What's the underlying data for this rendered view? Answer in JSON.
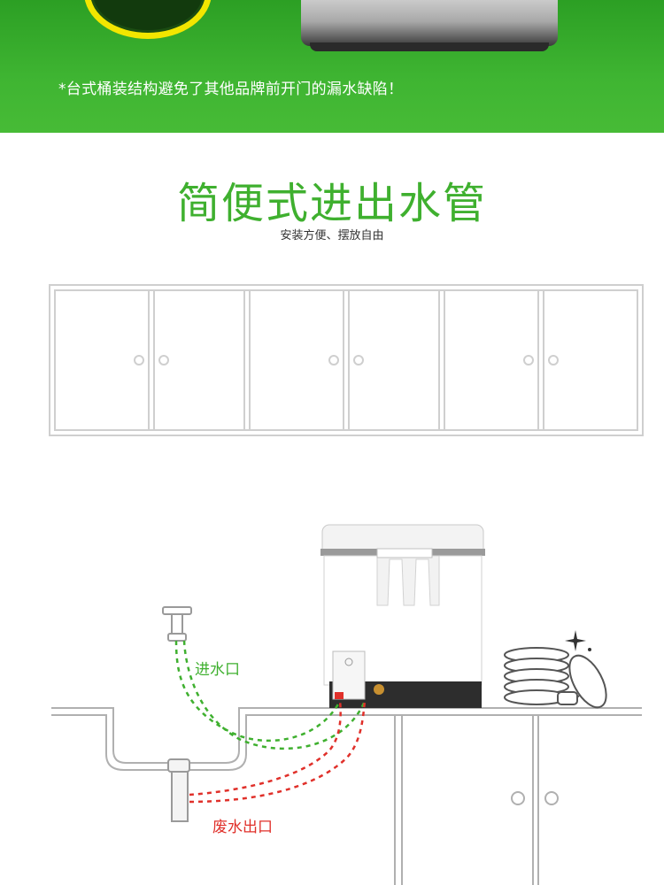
{
  "banner": {
    "note": "*台式桶装结构避免了其他品牌前开门的漏水缺陷！"
  },
  "section": {
    "title": "简便式进出水管",
    "subtitle": "安装方便、摆放自由"
  },
  "labels": {
    "inlet": "进水口",
    "outlet": "废水出口"
  },
  "colors": {
    "accent_green": "#3fb02f",
    "outlet_red": "#e0302a",
    "line_gray": "#c8c8c8"
  },
  "icons": [
    "faucet-icon",
    "drain-pipe-icon",
    "dish-stack-icon",
    "sparkle-icon"
  ]
}
